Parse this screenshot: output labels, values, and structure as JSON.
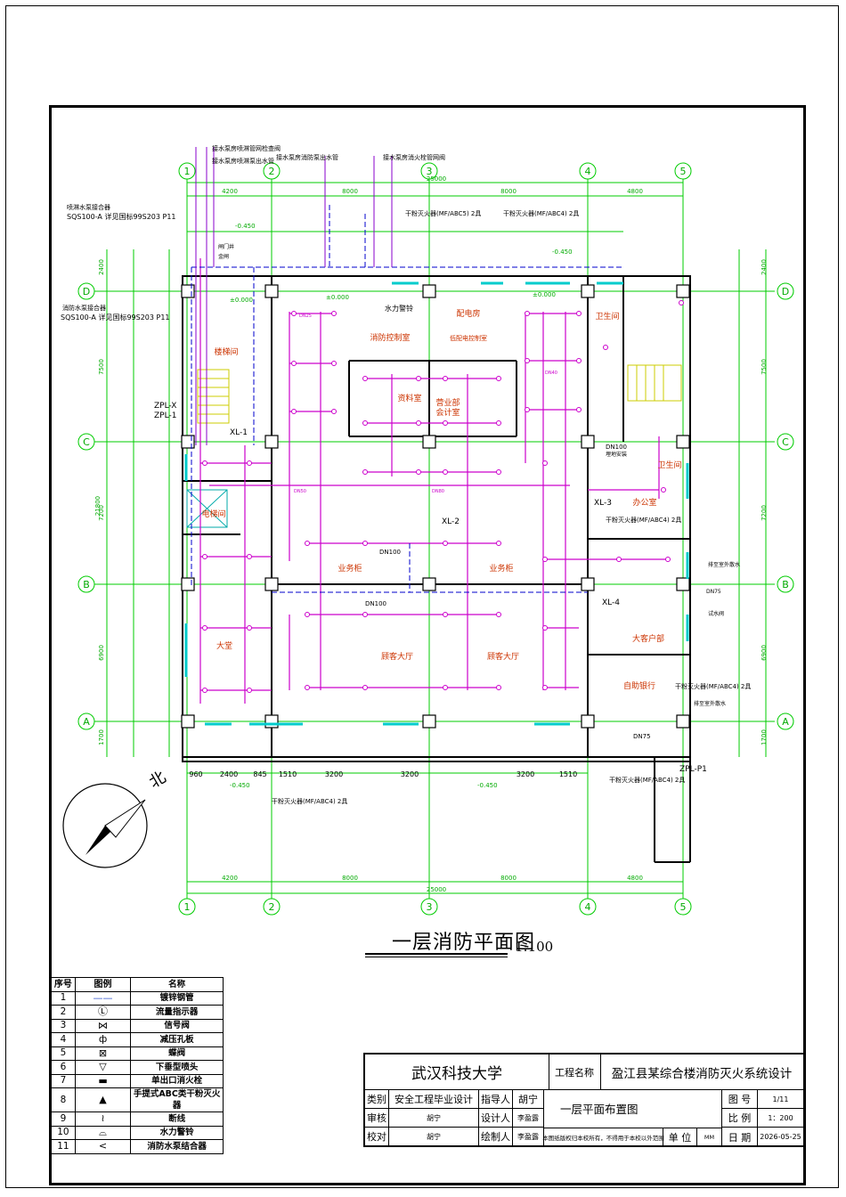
{
  "drawing": {
    "title": "一层消防平面图",
    "scale": "1:100",
    "north": "北",
    "grid_cols": [
      "1",
      "2",
      "3",
      "4",
      "5"
    ],
    "grid_rows": [
      "D",
      "C",
      "B",
      "A"
    ],
    "dims_top_total": "25000",
    "dims_top": [
      "4200",
      "8000",
      "8000",
      "4800"
    ],
    "dims_bottom_total": "25000",
    "dims_bottom": [
      "4200",
      "8000",
      "8000",
      "4800"
    ],
    "dims_bottom_detail": [
      "960",
      "2400",
      "845",
      "1510",
      "3200",
      "3200",
      "3200",
      "1510"
    ],
    "dims_left_total": "21800",
    "dims_left": [
      "2400",
      "7500",
      "7200",
      "6900",
      "1700"
    ],
    "dims_right": [
      "2400",
      "7500",
      "7200",
      "6900",
      "1700"
    ],
    "rooms": {
      "stair_left": "楼梯间",
      "elevator": "电梯间",
      "lobby": "大堂",
      "fire_control": "消防控制室",
      "distribution": "配电房",
      "low_voltage": "低配电控制室",
      "archive": "资料室",
      "business_dept": "营业部",
      "accounting": "会计室",
      "counter_left": "业务柜",
      "counter_right": "业务柜",
      "hall_left": "顾客大厅",
      "hall_right": "顾客大厅",
      "toilet_top": "卫生间",
      "toilet_right": "卫生间",
      "office": "办公室",
      "vip": "大客户部",
      "atm": "自助银行",
      "water_gauge": "水力警铃"
    },
    "labels": {
      "pump_note_1": "接水泵房喷淋管网检查阀",
      "pump_note_2": "接水泵房喷淋泵出水管",
      "pump_note_3": "接水泵房消防泵出水管",
      "pump_note_4": "接水泵房消火栓管网阀",
      "connector_spray": "喷淋水泵接合器",
      "connector_spray_spec": "SQS100-A 详见国标99S203 P11",
      "connector_fire": "消防水泵接合器",
      "connector_fire_spec": "SQS100-A 详见国标99S203 P11",
      "ext_1": "干粉灭火器(MF/ABC5) 2具",
      "ext_2": "干粉灭火器(MF/ABC4) 2具",
      "ext_3": "干粉灭火器(MF/ABC4) 2具",
      "ext_4": "干粉灭火器(MF/ABC4) 2具",
      "ext_5": "干粉灭火器(MF/ABC4) 2具",
      "ext_6": "干粉灭火器(MF/ABC4) 2具",
      "xl1": "XL-1",
      "xl2": "XL-2",
      "xl3": "XL-3",
      "xl4": "XL-4",
      "zplx": "ZPL-X",
      "zpl1": "ZPL-1",
      "zplp1": "ZPL-P1",
      "dn100_a": "DN100",
      "dn100_b": "DN100",
      "dn100_c": "DN100",
      "dn75_a": "DN75",
      "dn75_b": "DN75",
      "dn25": "DN25",
      "dn40": "DN40",
      "dn50": "DN50",
      "dn80": "DN80",
      "elev_1": "-0.450",
      "elev_2": "-0.450",
      "elev_3": "±0.000",
      "elev_4": "±0.000",
      "elev_5": "±0.000",
      "elev_6": "-0.450",
      "elev_7": "-0.450",
      "drain_1": "排至室外散水",
      "drain_2": "排至室外散水",
      "test_valve": "试水阀",
      "buried": "埋地安装",
      "door_closer": "闸门井",
      "gate": "金闸"
    }
  },
  "legend": {
    "headers": [
      "序号",
      "图例",
      "名称"
    ],
    "rows": [
      {
        "no": "1",
        "icon": "pipe-line-icon",
        "symbol": "——",
        "name": "镀锌钢管"
      },
      {
        "no": "2",
        "icon": "flow-indicator-icon",
        "symbol": "Ⓛ",
        "name": "流量指示器"
      },
      {
        "no": "3",
        "icon": "signal-valve-icon",
        "symbol": "⋈",
        "name": "信号阀"
      },
      {
        "no": "4",
        "icon": "orifice-plate-icon",
        "symbol": "ф",
        "name": "减压孔板"
      },
      {
        "no": "5",
        "icon": "butterfly-valve-icon",
        "symbol": "⊠",
        "name": "蝶阀"
      },
      {
        "no": "6",
        "icon": "sprinkler-icon",
        "symbol": "▽",
        "name": "下垂型喷头"
      },
      {
        "no": "7",
        "icon": "hydrant-icon",
        "symbol": "▬",
        "name": "单出口消火栓"
      },
      {
        "no": "8",
        "icon": "extinguisher-icon",
        "symbol": "▲",
        "name": "手提式ABC类干粉灭火器"
      },
      {
        "no": "9",
        "icon": "break-line-icon",
        "symbol": "≀",
        "name": "断线"
      },
      {
        "no": "10",
        "icon": "alarm-bell-icon",
        "symbol": "⌓",
        "name": "水力警铃"
      },
      {
        "no": "11",
        "icon": "pump-connector-icon",
        "symbol": "<",
        "name": "消防水泵结合器"
      }
    ]
  },
  "title_block": {
    "school": "武汉科技大学",
    "project_label": "工程名称",
    "project": "盈江县某综合楼消防灭火系统设计",
    "category_label": "类别",
    "category": "安全工程毕业设计",
    "advisor_label": "指导人",
    "advisor": "胡宁",
    "sheet_label": "图 号",
    "sheet": "1/11",
    "review_label": "审核",
    "reviewer": "胡宁",
    "designer_label": "设计人",
    "designer": "李盈露",
    "drawing_name": "一层平面布置图",
    "scale_label": "比 例",
    "scale": "1：200",
    "check_label": "校对",
    "checker": "胡宁",
    "drafter_label": "绘制人",
    "drafter": "李盈露",
    "copyright": "本图纸版权归本校所有，不得用于本校以外范围",
    "unit_label": "单 位",
    "unit": "MM",
    "date_label": "日 期",
    "date": "2026-05-25"
  }
}
